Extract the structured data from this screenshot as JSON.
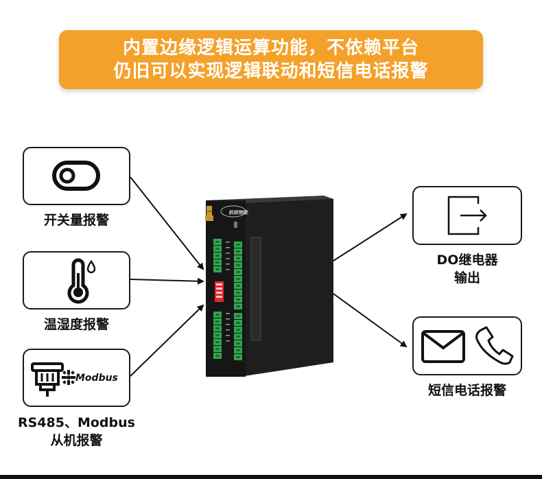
{
  "banner": {
    "line1": "内置边缘逻辑运算功能，不依赖平台",
    "line2": "仍旧可以实现逻辑联动和短信电话报警"
  },
  "left_items": [
    {
      "label": "开关量报警",
      "icon": "toggle-switch-icon"
    },
    {
      "label": "温湿度报警",
      "icon": "thermometer-icon"
    },
    {
      "label_line1": "RS485、Modbus",
      "label_line2": "从机报警",
      "icon": "rs485-connector-icon",
      "logo_text": "Modbus"
    }
  ],
  "right_items": [
    {
      "label_line1": "DO继电器",
      "label_line2": "输出",
      "icon": "output-arrow-icon"
    },
    {
      "label": "短信电话报警",
      "icons": [
        "envelope-icon",
        "phone-icon"
      ]
    }
  ],
  "device": {
    "brand_text": "钒锐物联"
  },
  "colors": {
    "banner": "#f4a12b",
    "device_body": "#1c1c1c",
    "terminal_green": "#2fa84f",
    "dip_switch": "#e8262b"
  }
}
